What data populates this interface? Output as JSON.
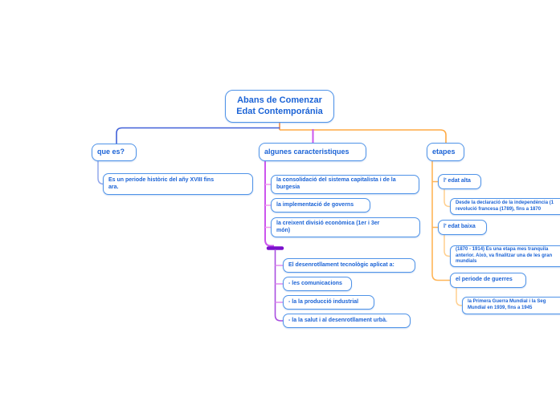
{
  "app": {
    "kind": "mind-map-canvas",
    "background": "#ffffff"
  },
  "colors": {
    "node_border": "#4f93e8",
    "node_text": "#1b63d6",
    "branch_blue": "#4060d8",
    "branch_magenta": "#cc55ee",
    "branch_orange": "#ffaa44",
    "child_connector_blue": "#92a8ec",
    "stub_pink": "#ef9aef",
    "collapse_handle_purple": "#7a10cc",
    "sub_branch_purple": "#a94fe0",
    "note_connector_orange": "#ffcf8e",
    "root_stub_orange": "#f08c4a"
  },
  "root": {
    "label": "Abans de Comenzar\nEdat Contemporánia"
  },
  "branches": {
    "que_es": {
      "label": "que es?",
      "children": [
        {
          "label": "Es un periode històric del añy XVIII fins\nara."
        }
      ]
    },
    "caracteristiques": {
      "label": "algunes caracteristiques",
      "children": [
        {
          "label": "la consolidació del sistema capitalista i de la\nburgesia"
        },
        {
          "label": "la implementació de governs"
        },
        {
          "label": "la creixent divisió econòmica (1er i 3er\nmón)"
        },
        {
          "label": "El desenrotllament tecnològic aplicat a:"
        },
        {
          "label": "- les comunicacions"
        },
        {
          "label": "- la la producció industrial"
        },
        {
          "label": "- la la salut i al desenrotllament urbà."
        }
      ]
    },
    "etapes": {
      "label": "etapes",
      "children": [
        {
          "label": "l' edat alta",
          "note": "Desde la declaració de la independència (1\nrevolució francesa (1789), fins a 1870"
        },
        {
          "label": "l' edat baixa",
          "note": "(1870 - 1914) Es una etapa mes tranquila\nanterior. Això, va finalitzar una de les gran\nmundials"
        },
        {
          "label": "el periode de guerres",
          "note": "la Primera Guerra Mundial i la Seg\nMundial en 1939, fins a 1945"
        }
      ]
    }
  }
}
